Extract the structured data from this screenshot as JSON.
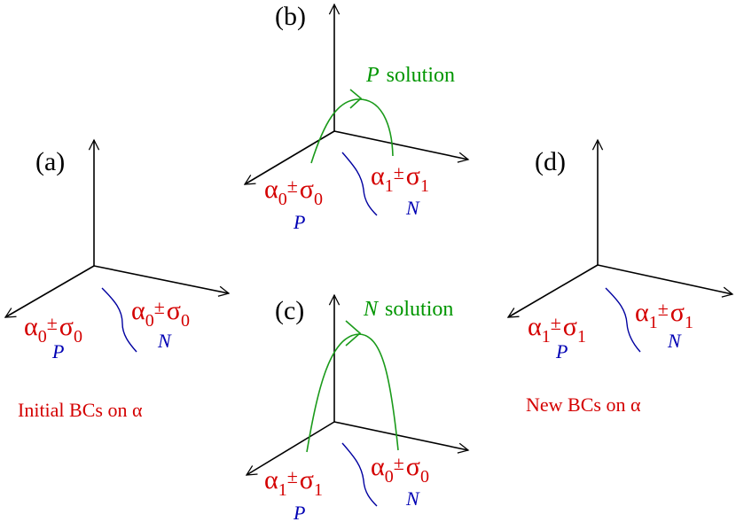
{
  "figure": {
    "panels": [
      {
        "id": "a",
        "label": "(a)",
        "left_bc": {
          "alpha": "α",
          "alpha_sub": "0",
          "pm": "±",
          "sigma": "σ",
          "sigma_sub": "0"
        },
        "right_bc": {
          "alpha": "α",
          "alpha_sub": "0",
          "pm": "±",
          "sigma": "σ",
          "sigma_sub": "0"
        },
        "left_name": "P",
        "right_name": "N",
        "caption": "Initial BCs on  α"
      },
      {
        "id": "b",
        "label": "(b)",
        "left_bc": {
          "alpha": "α",
          "alpha_sub": "0",
          "pm": "±",
          "sigma": "σ",
          "sigma_sub": "0"
        },
        "right_bc": {
          "alpha": "α",
          "alpha_sub": "1",
          "pm": "±",
          "sigma": "σ",
          "sigma_sub": "1"
        },
        "left_name": "P",
        "right_name": "N",
        "solution_var": "P",
        "solution_text": "solution"
      },
      {
        "id": "c",
        "label": "(c)",
        "left_bc": {
          "alpha": "α",
          "alpha_sub": "1",
          "pm": "±",
          "sigma": "σ",
          "sigma_sub": "1"
        },
        "right_bc": {
          "alpha": "α",
          "alpha_sub": "0",
          "pm": "±",
          "sigma": "σ",
          "sigma_sub": "0"
        },
        "left_name": "P",
        "right_name": "N",
        "solution_var": "N",
        "solution_text": "solution"
      },
      {
        "id": "d",
        "label": "(d)",
        "left_bc": {
          "alpha": "α",
          "alpha_sub": "1",
          "pm": "±",
          "sigma": "σ",
          "sigma_sub": "1"
        },
        "right_bc": {
          "alpha": "α",
          "alpha_sub": "1",
          "pm": "±",
          "sigma": "σ",
          "sigma_sub": "1"
        },
        "left_name": "P",
        "right_name": "N",
        "caption": "New BCs on  α"
      }
    ],
    "colors": {
      "axes": "#000000",
      "boundary_conditions": "#d40000",
      "region_names": "#0000b4",
      "solution": "#009600"
    }
  }
}
